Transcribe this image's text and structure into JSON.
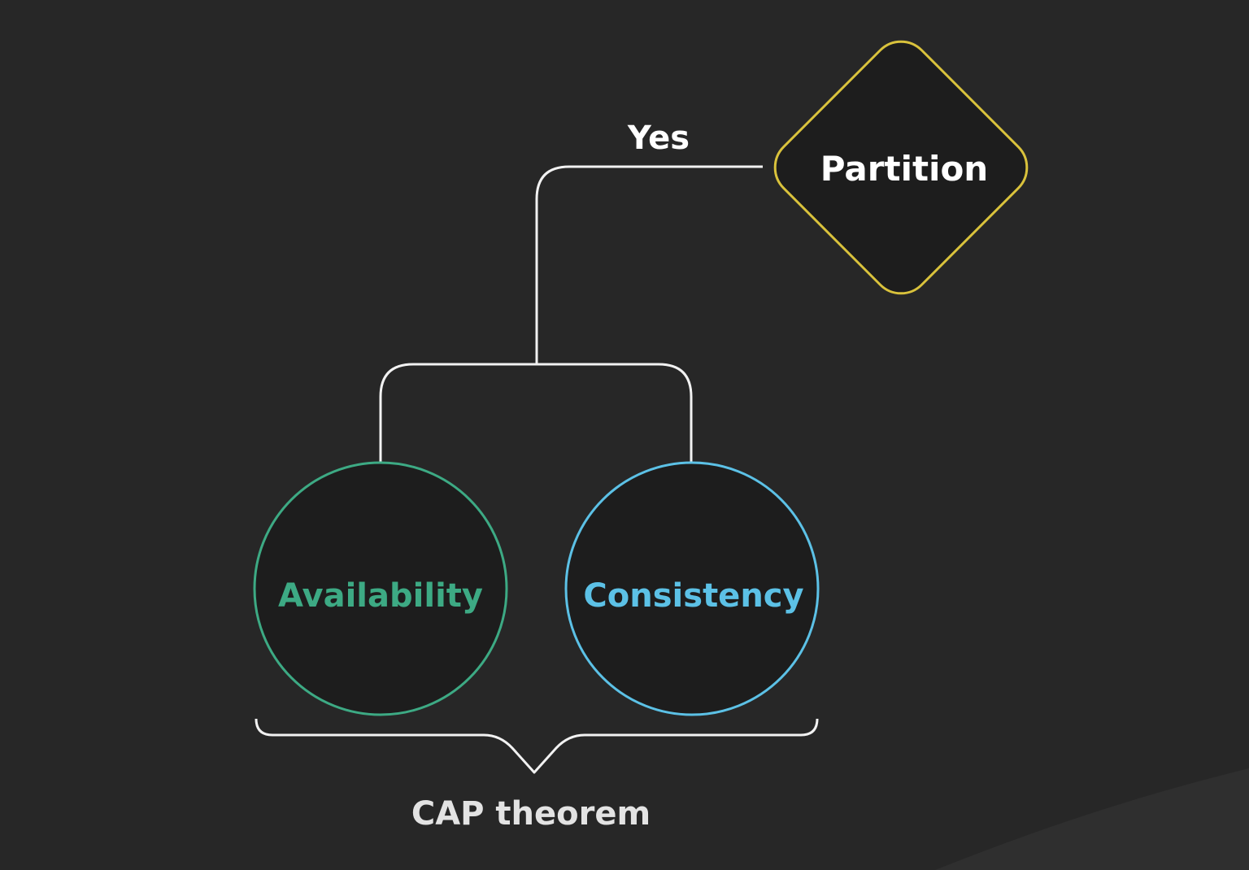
{
  "background_color": "#272727",
  "nodes": {
    "partition": {
      "label": "Partition",
      "shape": "diamond",
      "color": "#d9c23c",
      "text_color": "#ffffff"
    },
    "availability": {
      "label": "Availability",
      "shape": "circle",
      "color": "#3daa84",
      "text_color": "#3daa84"
    },
    "consistency": {
      "label": "Consistency",
      "shape": "circle",
      "color": "#5cc1e6",
      "text_color": "#5cc1e6"
    }
  },
  "edges": {
    "yes_label": "Yes",
    "connector_color": "#f2f2f2"
  },
  "group": {
    "label": "CAP theorem",
    "bracket": "curly-brace",
    "label_color": "#e3e3e3"
  }
}
